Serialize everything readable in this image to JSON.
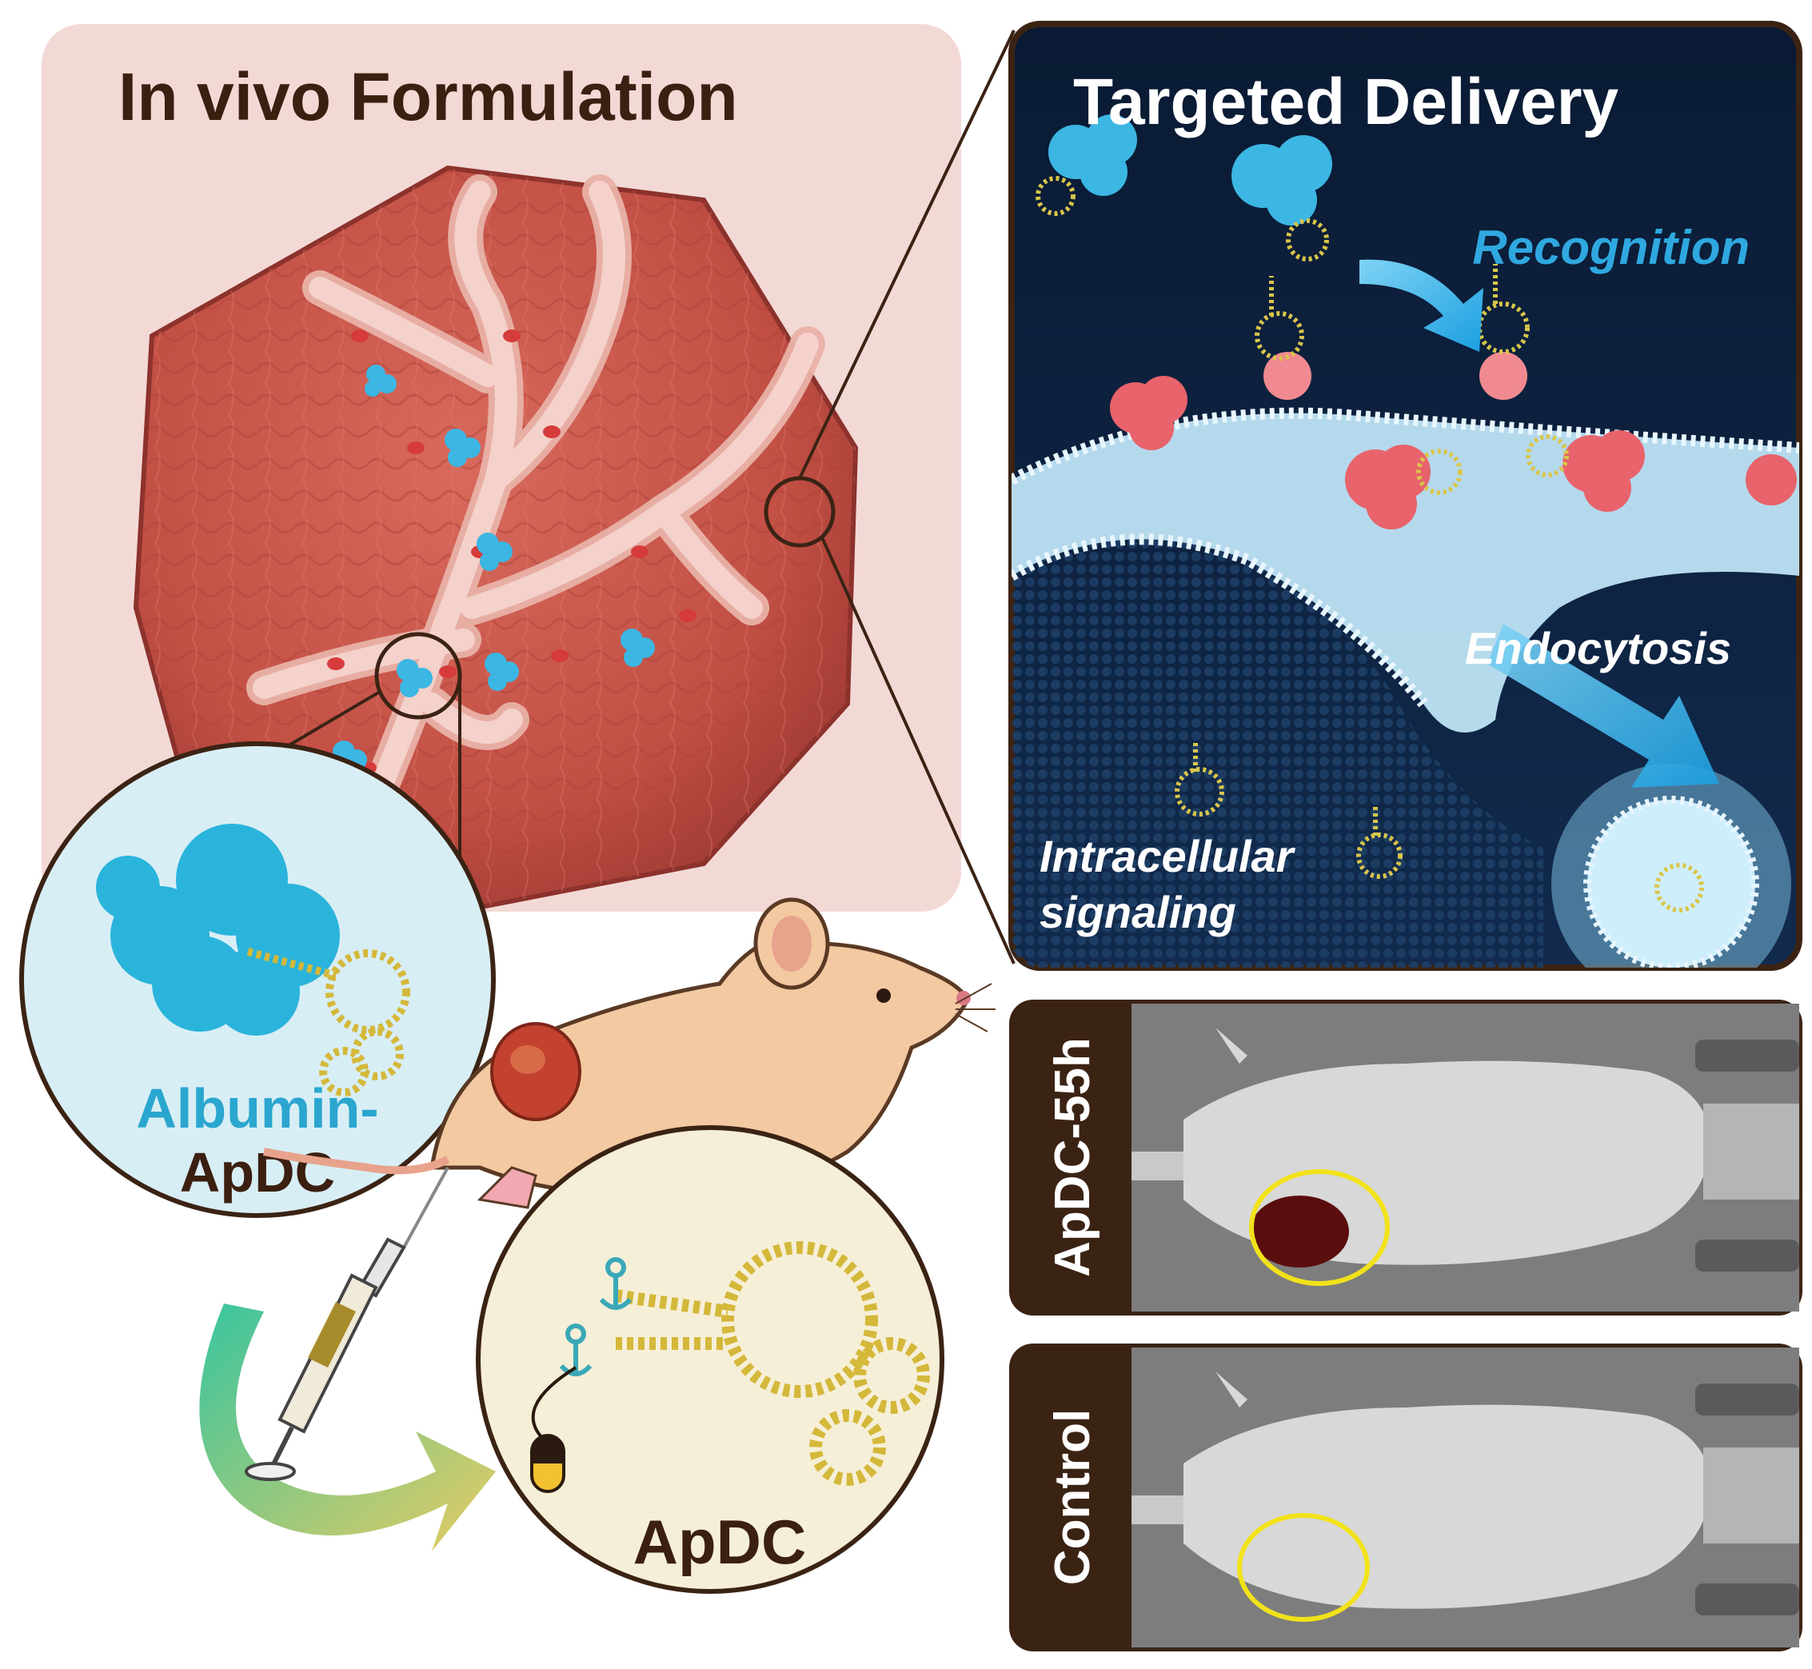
{
  "left_panel": {
    "title": "In vivo Formulation",
    "zoom_labels": {
      "albumin_apdc": [
        "Albumin-",
        "ApDC"
      ],
      "apdc": "ApDC"
    }
  },
  "right_panel": {
    "title": "Targeted Delivery",
    "labels": {
      "recognition": "Recognition",
      "endocytosis": "Endocytosis",
      "intracellular": [
        "Intracellular",
        "signaling"
      ]
    }
  },
  "imaging": {
    "panels": [
      {
        "label": "ApDC-55h",
        "signal": true
      },
      {
        "label": "Control",
        "signal": false
      }
    ]
  },
  "colors": {
    "frame": "#3b2314",
    "title_brown": "#3b1f10",
    "albumin_blue": "#2aa6cf",
    "recognition_blue": "#2fa8e0",
    "tissue": "#c9584c",
    "panel_bg": "#f3d9d6",
    "dark_panel": "#0d1f3a",
    "aptamer_yellow": "#d9c64a",
    "tumor_roi": "#f2e21a"
  }
}
